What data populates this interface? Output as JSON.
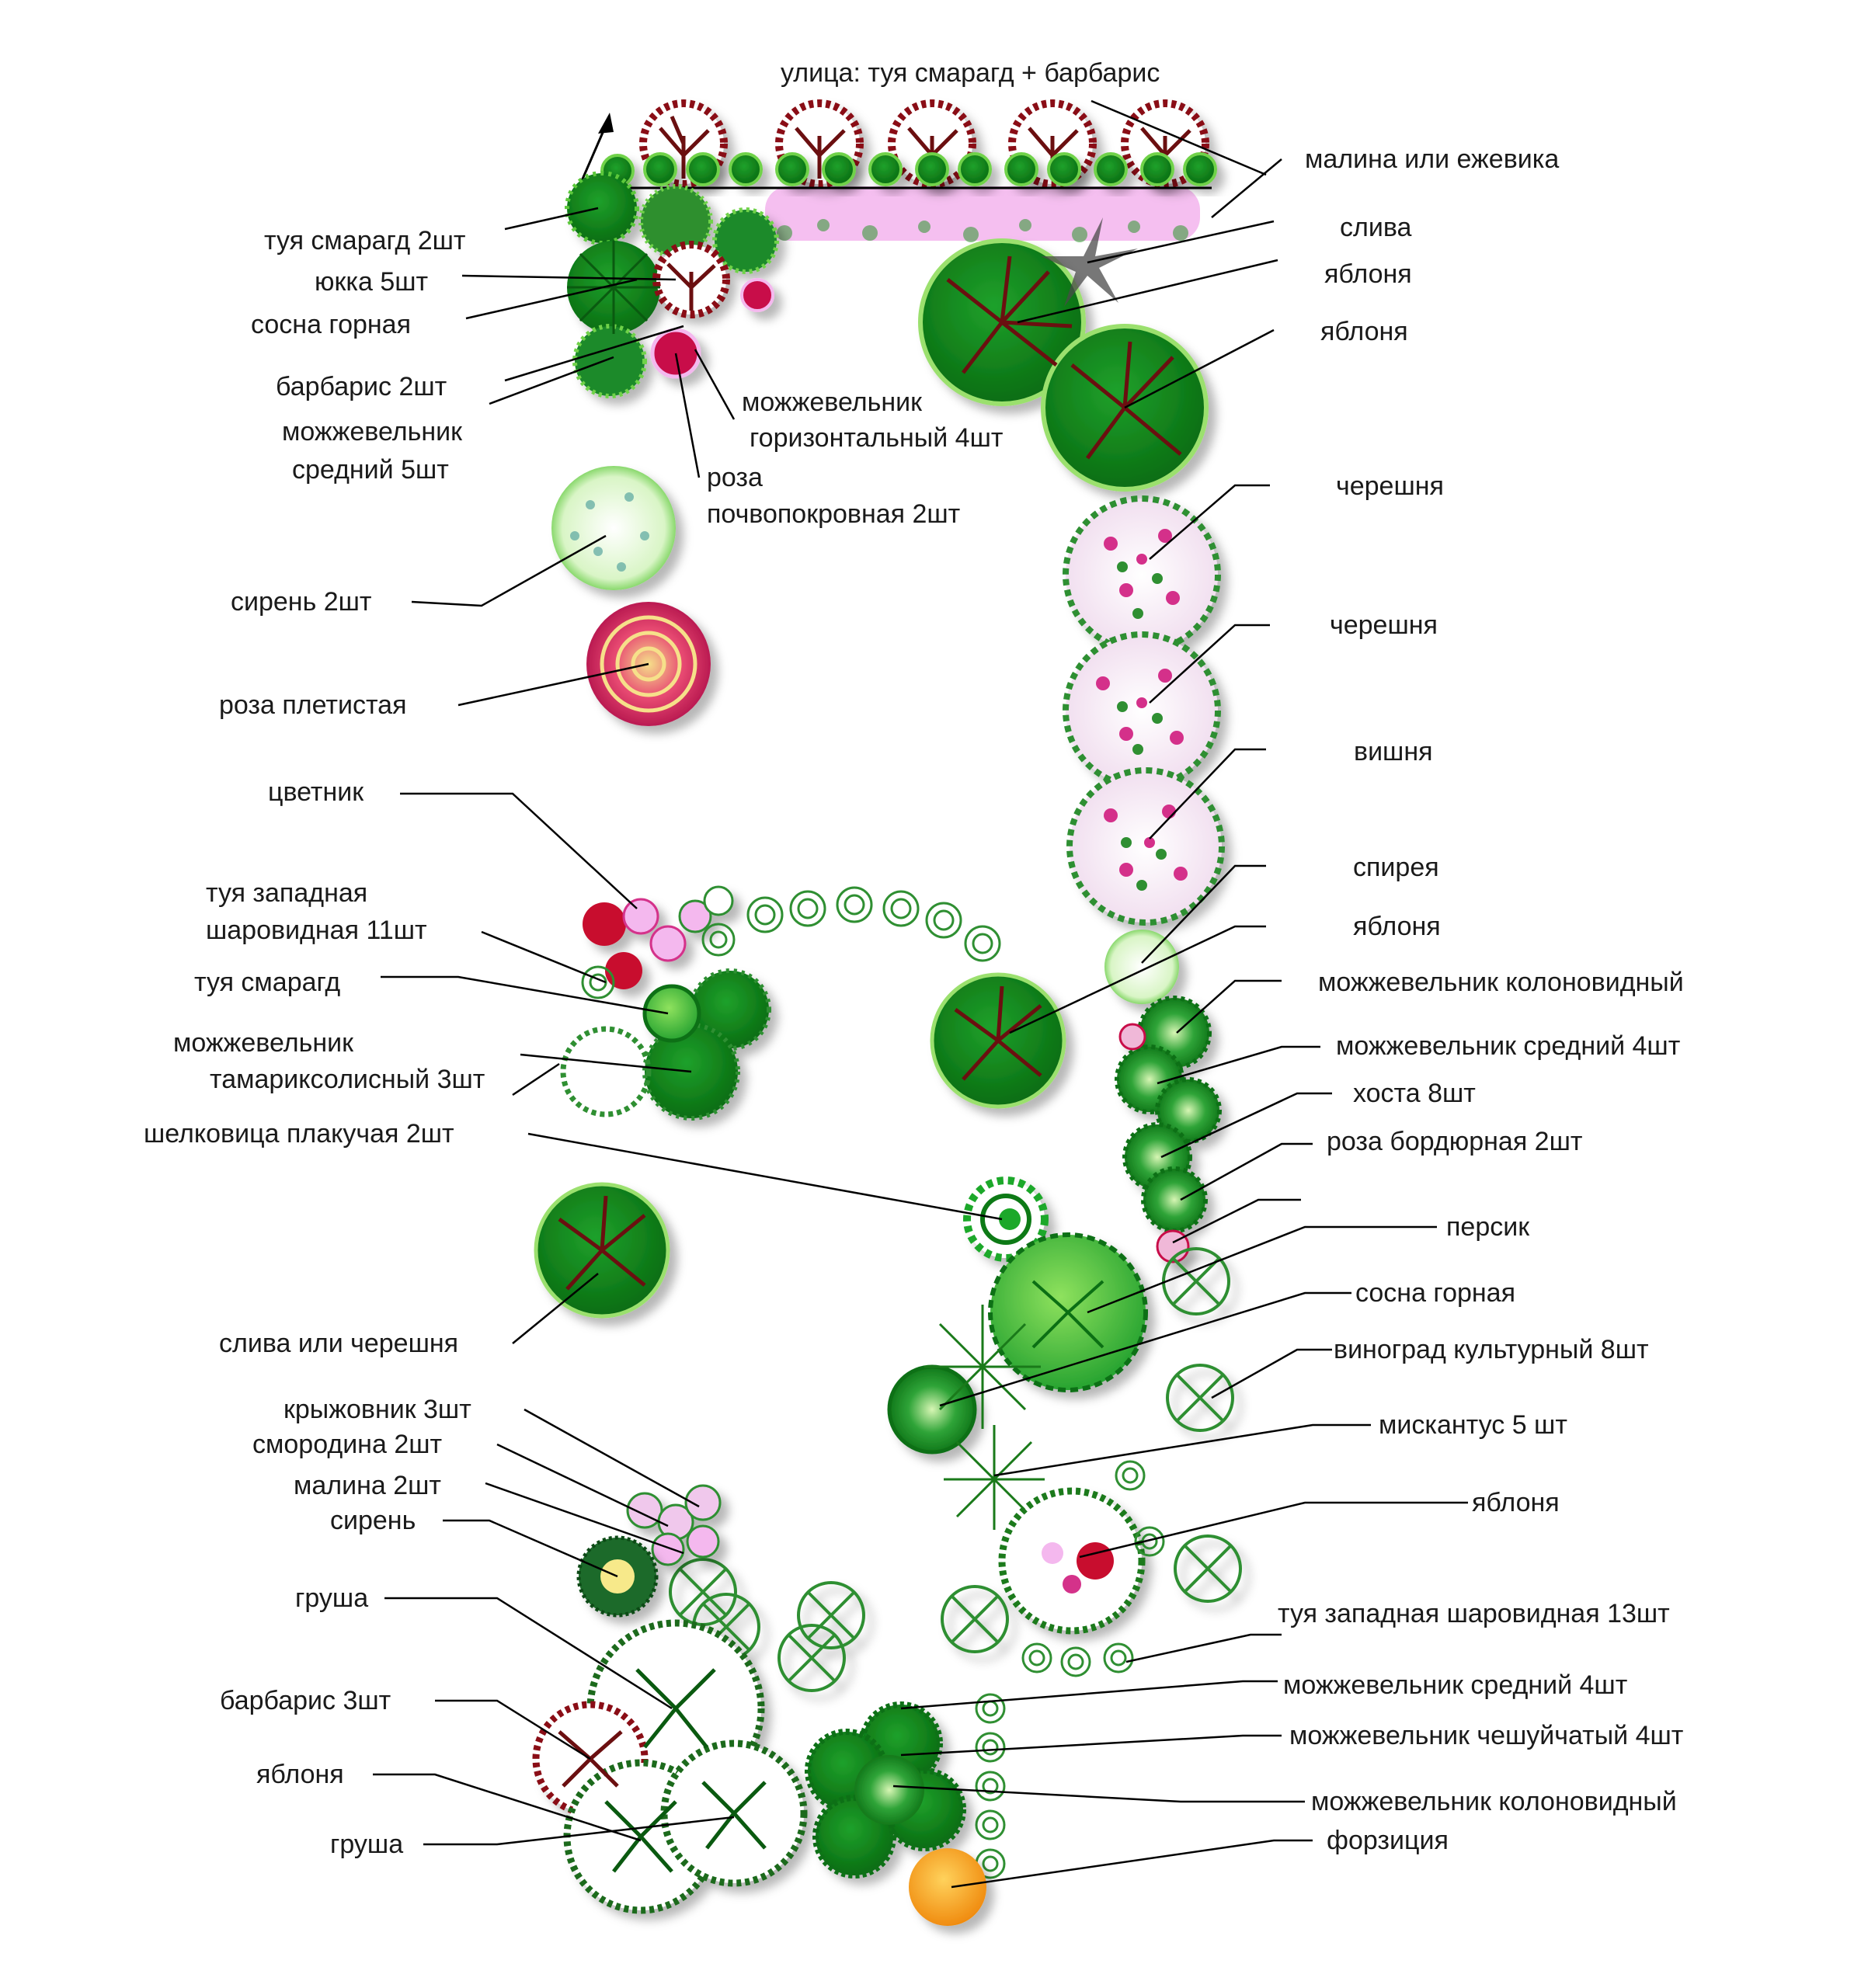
{
  "colors": {
    "tree_dark": "#0a7a12",
    "tree_mid": "#1ea82a",
    "tree_light": "#7fd84f",
    "branch": "#6b0f10",
    "berry": "#8a0f14",
    "pink_bed": "#f4b8ee",
    "cherry_blossom": "#d4308a",
    "forsythia": "#f7a21a",
    "rose_red": "#c8102e",
    "leader": "#000000"
  },
  "labels": {
    "street": "улица: туя смарагд + барбарис",
    "raspberry_or_blackberry": "малина или ежевика",
    "plum": "слива",
    "apple_1": "яблоня",
    "apple_2": "яблоня",
    "thuja_smaragd_2": "туя смарагд 2шт",
    "yucca_5": "юкка 5шт",
    "mountain_pine_1": "сосна горная",
    "barberry_2": "барбарис 2шт",
    "juniper_medium_5_a": "можжевельник",
    "juniper_medium_5_b": "средний 5шт",
    "juniper_horizontal_a": "можжевельник",
    "juniper_horizontal_b": "горизонтальный 4шт",
    "rose_groundcover_a": "роза",
    "rose_groundcover_b": "почвопокровная 2шт",
    "lilac_2": "сирень 2шт",
    "rose_climbing": "роза плетистая",
    "sweet_cherry_1": "черешня",
    "sweet_cherry_2": "черешня",
    "cherry": "вишня",
    "spirea": "спирея",
    "apple_3": "яблоня",
    "juniper_columnar_1": "можжевельник колоновидный",
    "juniper_medium_4_a": "можжевельник средний 4шт",
    "hosta_8": "хоста 8шт",
    "rose_border_2": "роза бордюрная 2шт",
    "flowerbed": "цветник",
    "thuja_globular_11_a": "туя западная",
    "thuja_globular_11_b": "шаровидная 11шт",
    "thuja_smaragd": "туя смарагд",
    "juniper_tamarisk_a": "можжевельник",
    "juniper_tamarisk_b": "тамариксолисный 3шт",
    "mulberry_weeping_2": "шелковица плакучая 2шт",
    "peach": "персик",
    "mountain_pine_2": "сосна горная",
    "grape_8": "виноград культурный 8шт",
    "plum_or_cherry": "слива или черешня",
    "miscanthus_5": "мискантус 5 шт",
    "gooseberry_3": "крыжовник 3шт",
    "currant_2": "смородина 2шт",
    "raspberry_2": "малина 2шт",
    "lilac": "сирень",
    "apple_4": "яблоня",
    "thuja_globular_13": "туя западная шаровидная 13шт",
    "pear_1": "груша",
    "juniper_medium_4_b": "можжевельник средний 4шт",
    "barberry_3": "барбарис 3шт",
    "juniper_scaly_4": "можжевельник чешуйчатый 4шт",
    "apple_5": "яблоня",
    "juniper_columnar_2": "можжевельник колоновидный",
    "pear_2": "груша",
    "forsythia": "форзиция"
  }
}
